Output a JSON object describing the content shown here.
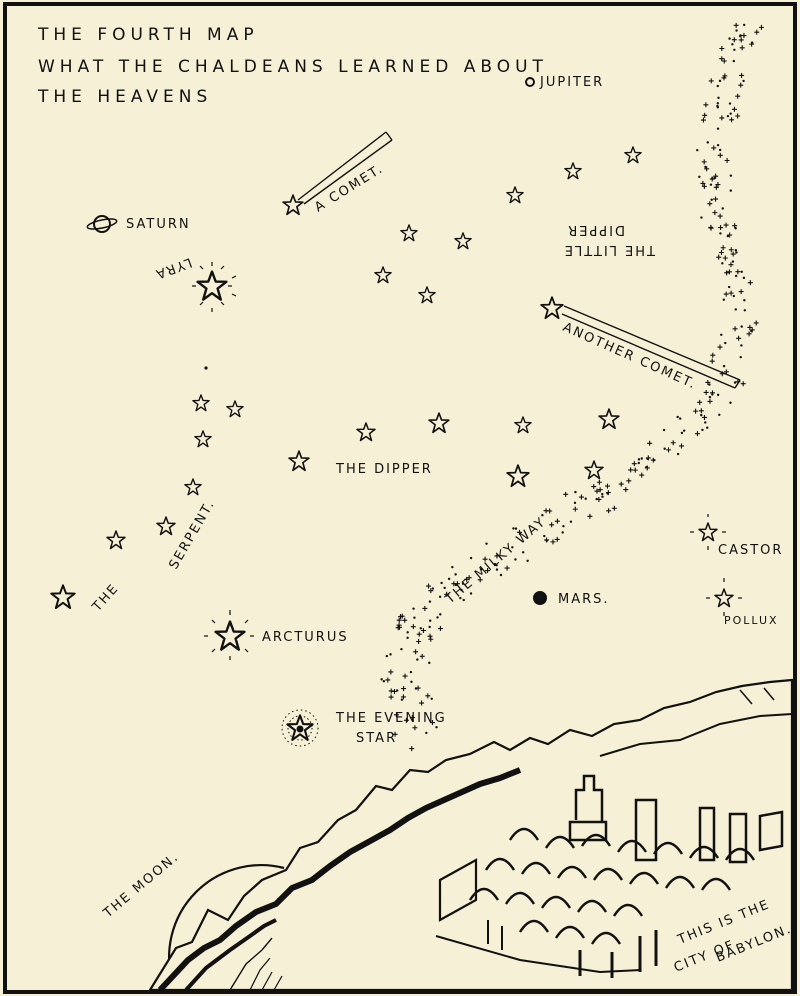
{
  "title": {
    "line1": "THE FOURTH MAP",
    "line2": "WHAT THE CHALDEANS LEARNED ABOUT",
    "line3": "THE HEAVENS"
  },
  "labels": {
    "jupiter": "JUPITER",
    "comet": "A COMET.",
    "saturn": "SATURN",
    "lyra": "LYRA",
    "little_dipper_1": "THE LITTLE",
    "little_dipper_2": "DIPPER",
    "another_comet": "ANOTHER COMET.",
    "dipper": "THE DIPPER",
    "serpent_the": "THE",
    "serpent": "SERPENT.",
    "milky_way": "THE MILKY WAY",
    "mars": "MARS.",
    "castor": "CASTOR",
    "pollux": "POLLUX",
    "arcturus": "ARCTURUS",
    "evening_star_1": "THE EVENING",
    "evening_star_2": "STAR",
    "moon": "THE MOON.",
    "city_1": "THIS IS THE",
    "city_2": "CITY OF",
    "city_3": "BABYLON."
  },
  "colors": {
    "paper": "#f5f0d6",
    "ink": "#111111"
  }
}
